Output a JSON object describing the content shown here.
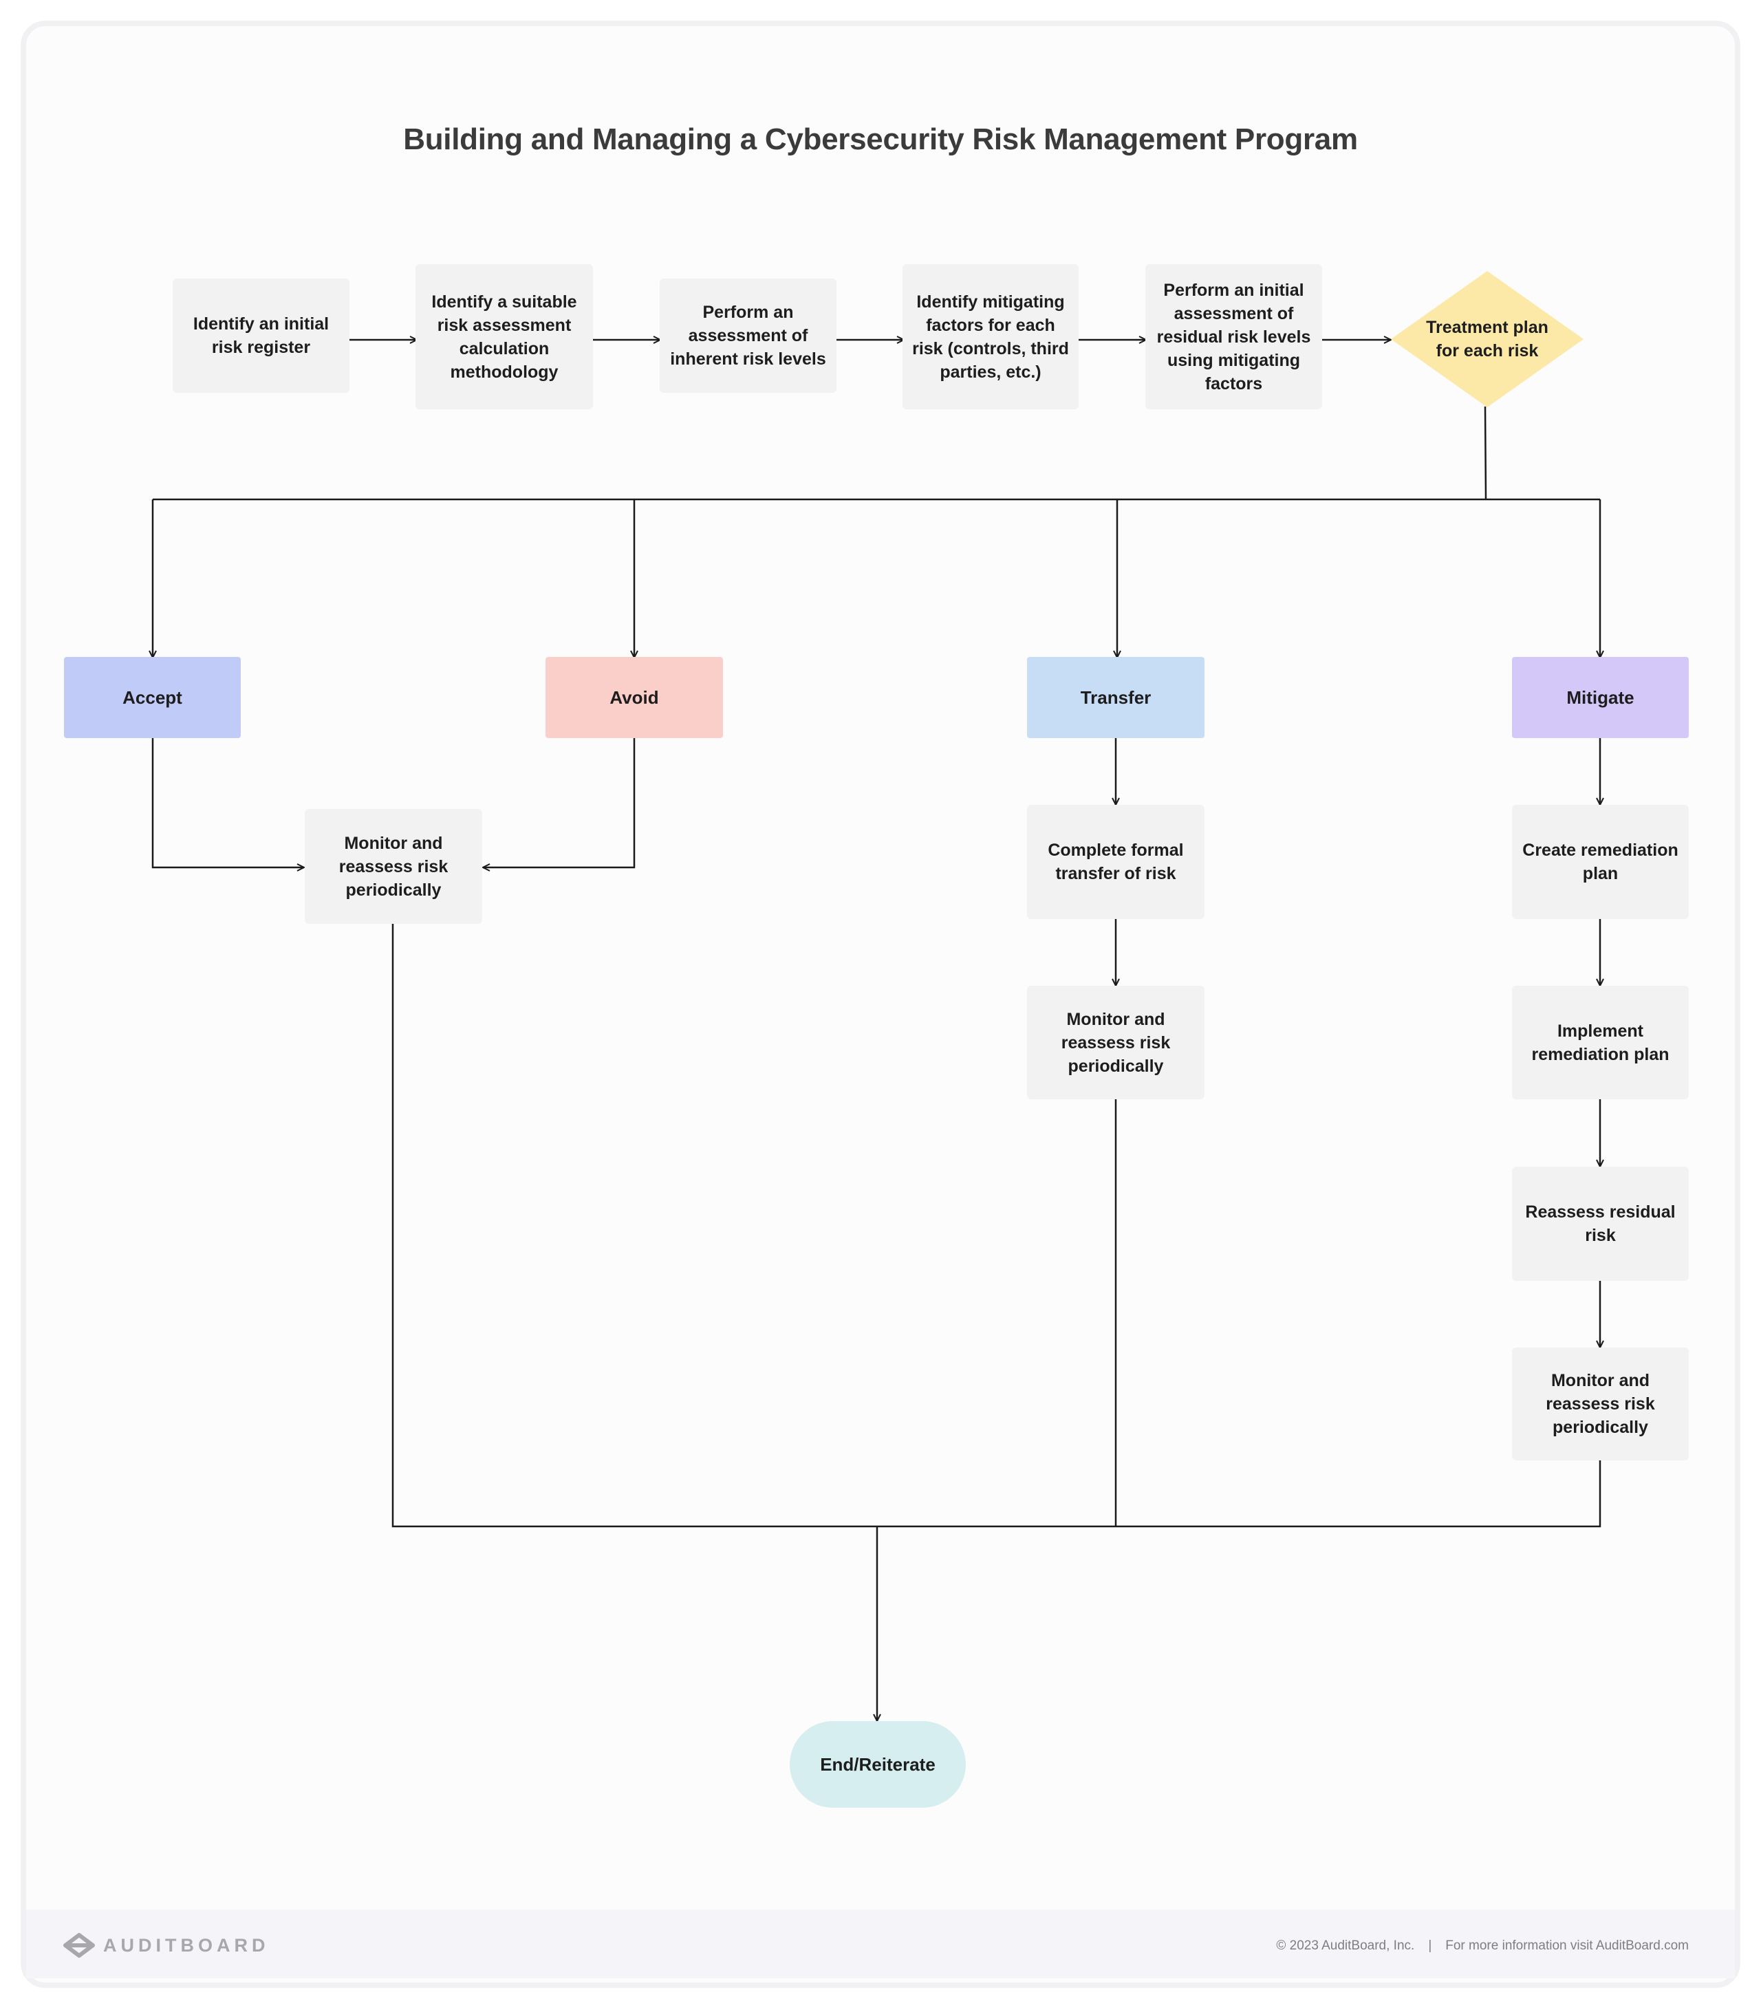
{
  "title": "Building and Managing a Cybersecurity Risk Management Program",
  "steps": [
    "Identify an initial risk register",
    "Identify a suitable risk assessment calculation methodology",
    "Perform an assessment of inherent risk levels",
    "Identify mitigating factors for each risk (controls, third parties, etc.)",
    "Perform an initial assessment of residual risk levels using mitigating factors"
  ],
  "decision": "Treatment plan for each risk",
  "categories": {
    "accept": "Accept",
    "avoid": "Avoid",
    "transfer": "Transfer",
    "mitigate": "Mitigate"
  },
  "accept_avoid": {
    "monitor": "Monitor and reassess risk periodically"
  },
  "transfer_steps": [
    "Complete formal transfer of risk",
    "Monitor and reassess risk periodically"
  ],
  "mitigate_steps": [
    "Create remediation plan",
    "Implement remediation plan",
    "Reassess residual risk",
    "Monitor and reassess risk periodically"
  ],
  "end": "End/Reiterate",
  "footer": {
    "brand": "AUDITBOARD",
    "copyright": "© 2023  AuditBoard, Inc.",
    "separator": "|",
    "info": "For more information visit AuditBoard.com"
  },
  "colors": {
    "step_bg": "#f2f2f2",
    "decision": "#fde9a7",
    "accept": "#c1cbf7",
    "avoid": "#facfca",
    "transfer": "#c7ddf6",
    "mitigate": "#d3c8f7",
    "end": "#d6eeef",
    "line": "#1a1a1a"
  }
}
